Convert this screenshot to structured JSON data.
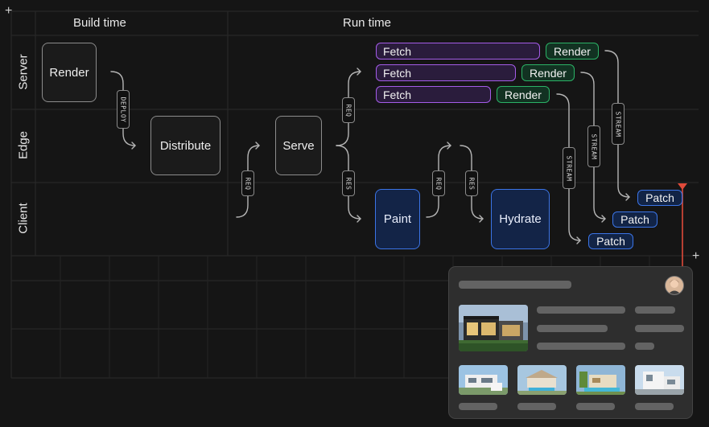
{
  "columns": {
    "build": "Build time",
    "run": "Run time"
  },
  "rows": {
    "server": "Server",
    "edge": "Edge",
    "client": "Client"
  },
  "nodes": {
    "render": "Render",
    "distribute": "Distribute",
    "serve": "Serve",
    "paint": "Paint",
    "hydrate": "Hydrate"
  },
  "server_fetches": [
    {
      "fetch": "Fetch",
      "render": "Render"
    },
    {
      "fetch": "Fetch",
      "render": "Render"
    },
    {
      "fetch": "Fetch",
      "render": "Render"
    }
  ],
  "patches": [
    "Patch",
    "Patch",
    "Patch"
  ],
  "tags": {
    "deploy": "DEPLOY",
    "req1": "REQ",
    "req2": "REQ",
    "res1": "RES",
    "req3": "REQ",
    "res2": "RES",
    "stream1": "STREAM",
    "stream2": "STREAM",
    "stream3": "STREAM"
  },
  "colors": {
    "fetch": "#a45ce8",
    "render": "#2bb266",
    "client": "#3b74e6",
    "timeline": "#e04a3a"
  }
}
